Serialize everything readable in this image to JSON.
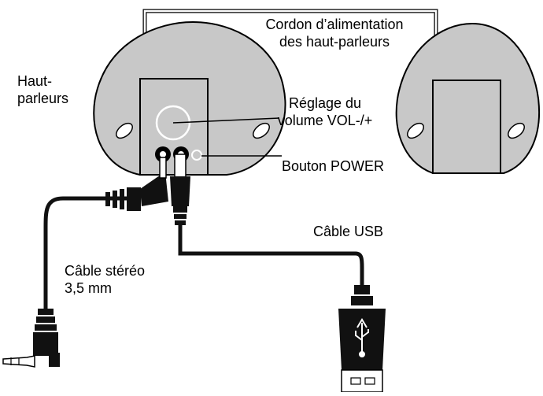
{
  "labels": {
    "power_cord_line1": "Cordon d’alimentation",
    "power_cord_line2": "des haut-parleurs",
    "speakers_line1": "Haut-",
    "speakers_line2": "parleurs",
    "volume_line1": "Réglage du",
    "volume_line2": "volume VOL-/+",
    "power_button": "Bouton POWER",
    "usb_cable": "Câble USB",
    "stereo_cable_line1": "Câble stéréo",
    "stereo_cable_line2": "3,5 mm"
  },
  "colors": {
    "speaker_fill": "#c8c8c8",
    "outline": "#000000",
    "cable": "#111111"
  }
}
